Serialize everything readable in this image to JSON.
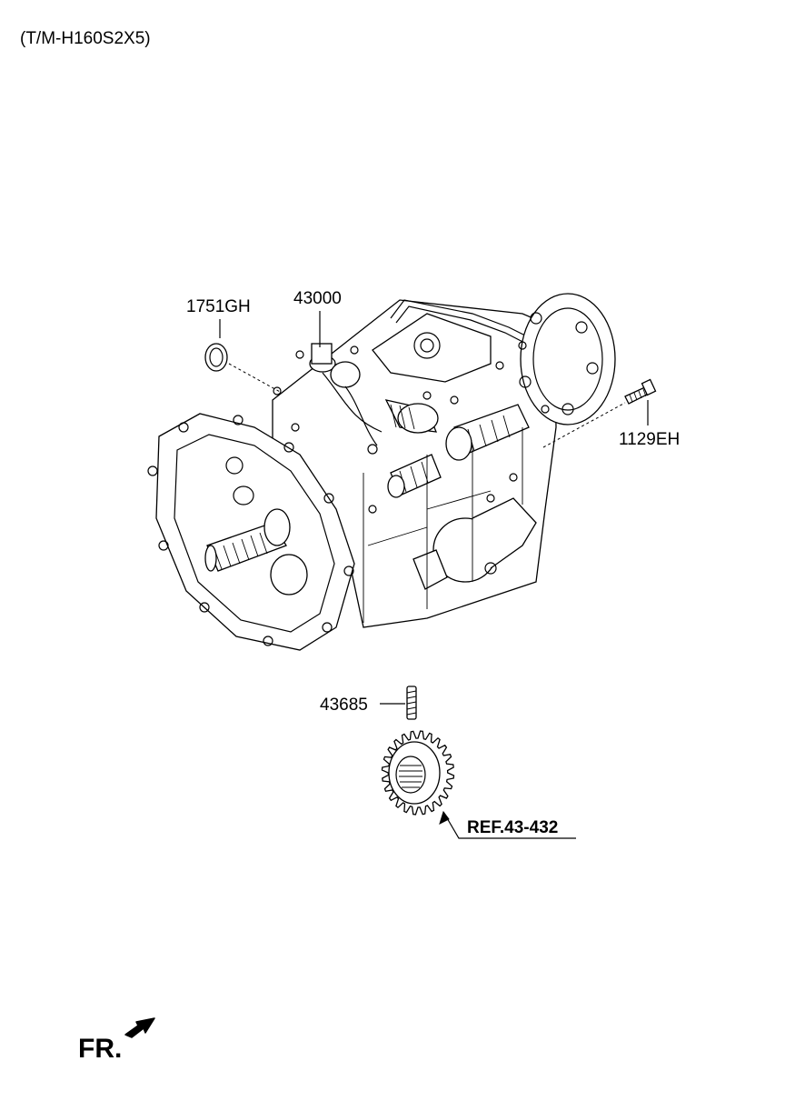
{
  "header": {
    "title": "(T/M-H160S2X5)"
  },
  "parts": {
    "seal": "1751GH",
    "transmission_assy": "43000",
    "bolt": "1129EH",
    "pin": "43685",
    "gear_reference": "REF.43-432"
  },
  "direction": {
    "label": "FR."
  }
}
